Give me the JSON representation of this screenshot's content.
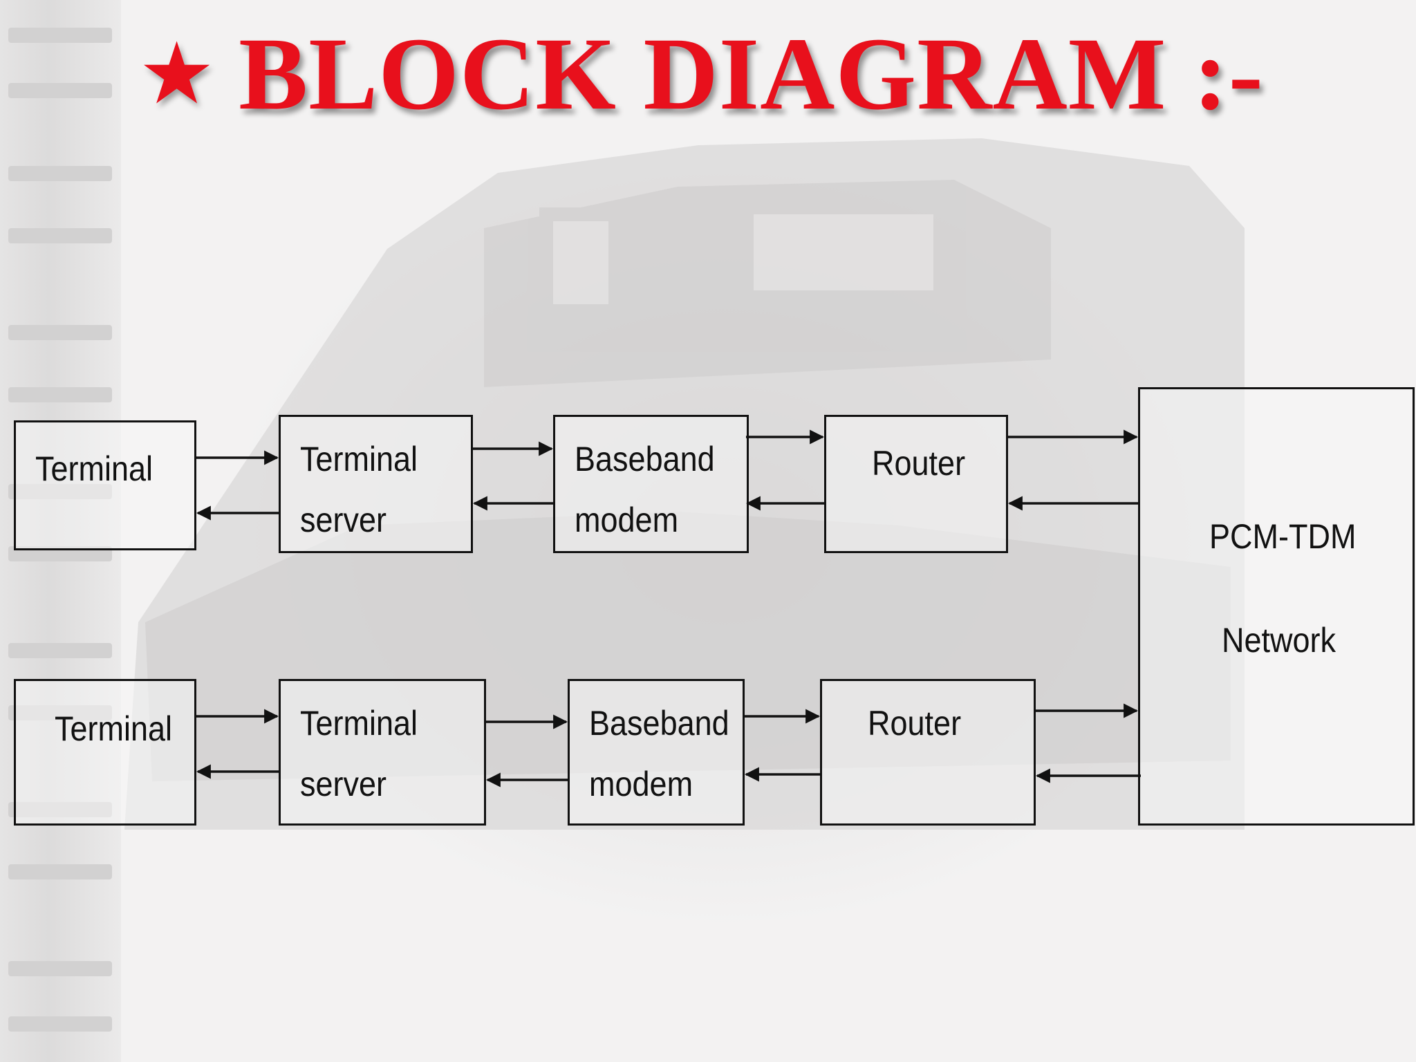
{
  "title": {
    "star": "★",
    "text": "BLOCK DIAGRAM :-"
  },
  "blocks": {
    "row1": {
      "terminal": "Terminal",
      "terminal_server": [
        "Terminal",
        "server"
      ],
      "baseband_modem": [
        "Baseband",
        "modem"
      ],
      "router": "Router"
    },
    "row2": {
      "terminal": "Terminal",
      "terminal_server": [
        "Terminal",
        "server"
      ],
      "baseband_modem": [
        "Baseband",
        "modem"
      ],
      "router": "Router"
    },
    "network": [
      "PCM-TDM",
      "Network"
    ]
  },
  "connections": [
    {
      "from": "row1.terminal",
      "to": "row1.terminal_server",
      "bidirectional": true
    },
    {
      "from": "row1.terminal_server",
      "to": "row1.baseband_modem",
      "bidirectional": true
    },
    {
      "from": "row1.baseband_modem",
      "to": "row1.router",
      "bidirectional": true
    },
    {
      "from": "row1.router",
      "to": "network",
      "bidirectional": true
    },
    {
      "from": "row2.terminal",
      "to": "row2.terminal_server",
      "bidirectional": true
    },
    {
      "from": "row2.terminal_server",
      "to": "row2.baseband_modem",
      "bidirectional": true
    },
    {
      "from": "row2.baseband_modem",
      "to": "row2.router",
      "bidirectional": true
    },
    {
      "from": "row2.router",
      "to": "network",
      "bidirectional": true
    }
  ],
  "colors": {
    "title": "#e8101c",
    "line": "#111111",
    "background": "#f1f0f0"
  }
}
